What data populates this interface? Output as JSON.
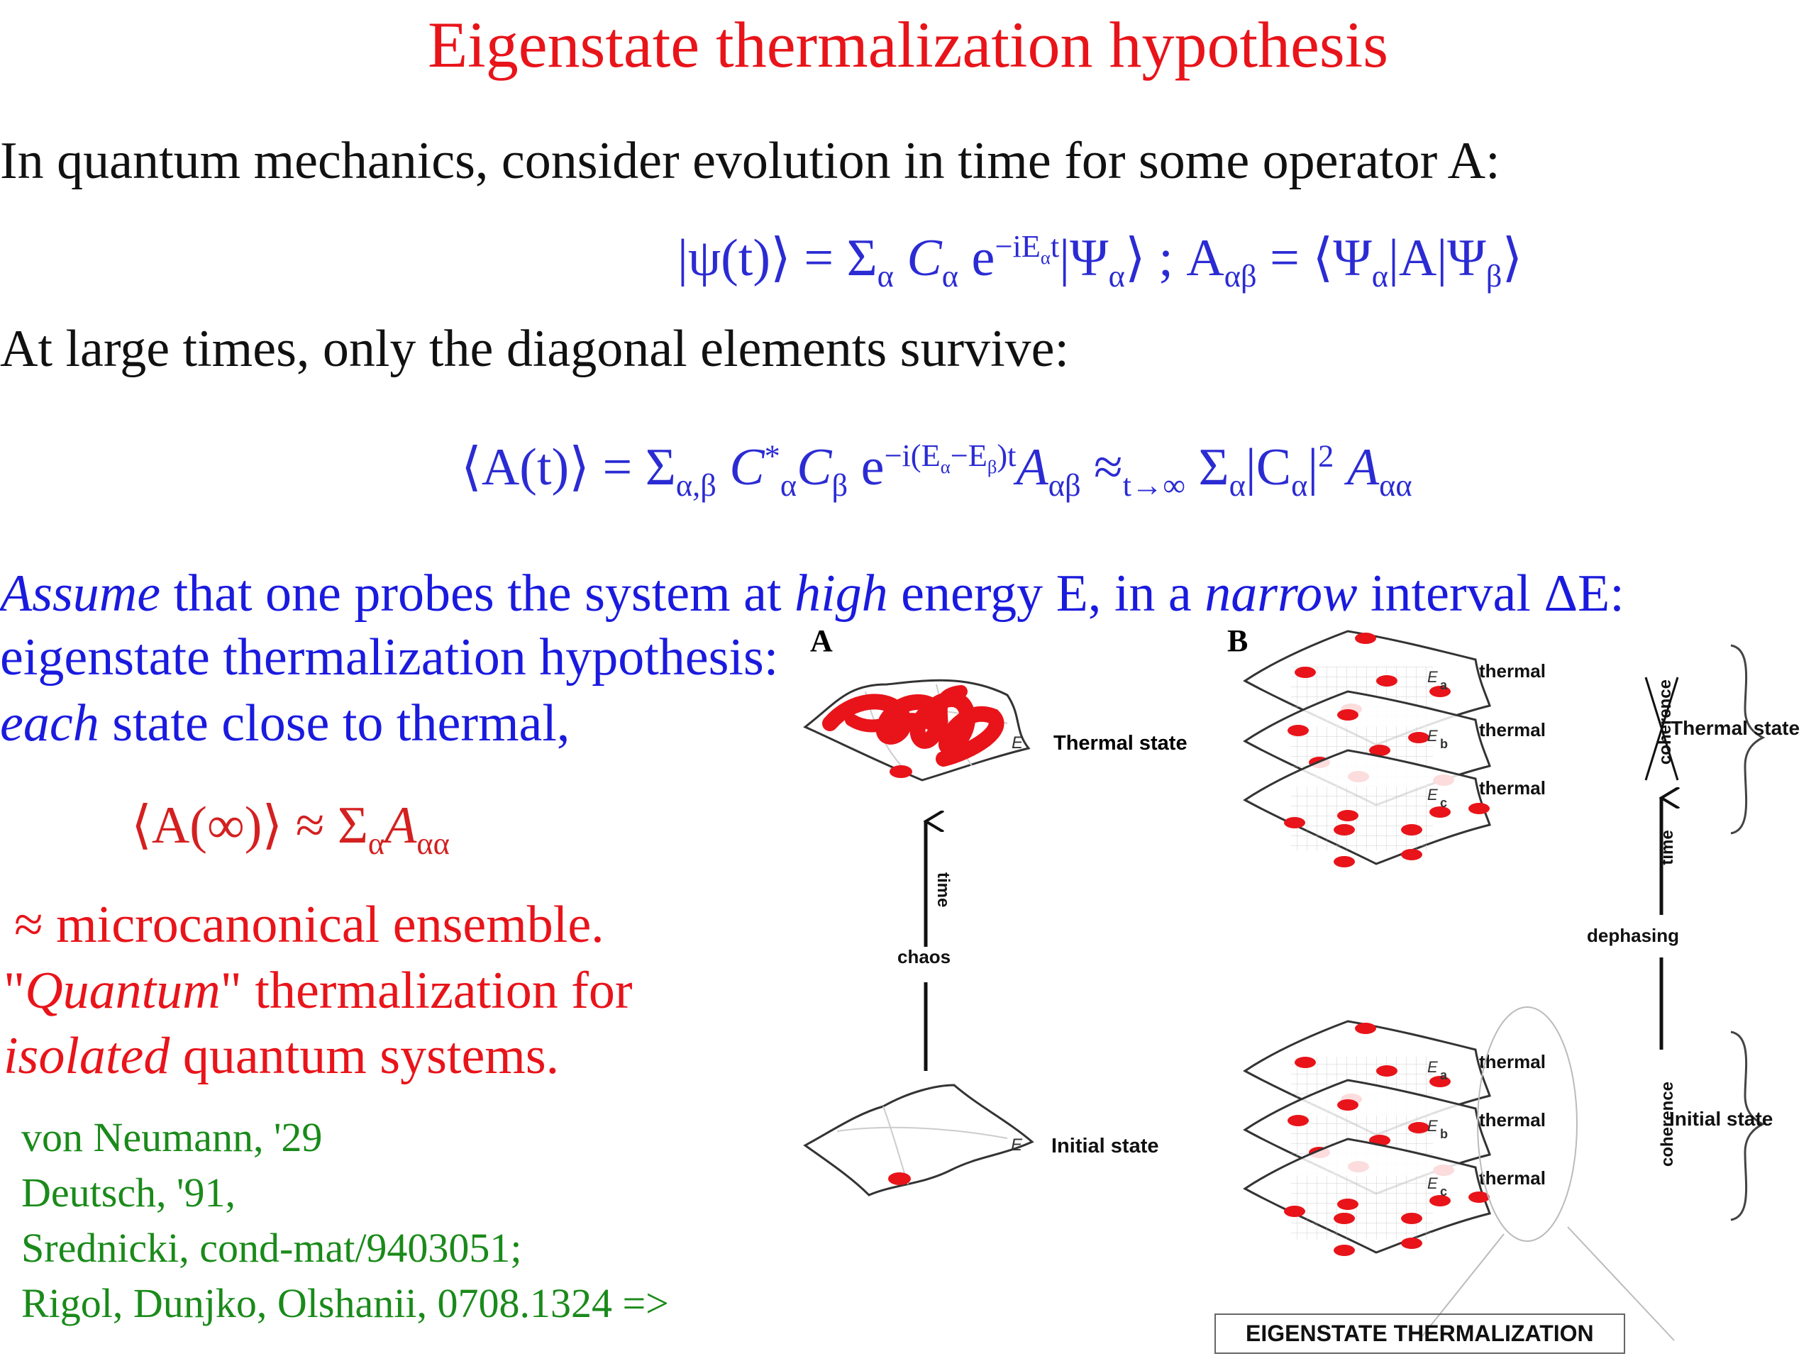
{
  "title": "Eigenstate thermalization hypothesis",
  "intro": "In quantum mechanics, consider evolution in time for some operator A:",
  "equation1": {
    "lhs": "|ψ(t)⟩ = Σ",
    "alpha": "α",
    "c": "C",
    "e": " e",
    "exp": "−iE",
    "exp_t": "t",
    "ket": "|Ψ",
    "close": "⟩ ;  A",
    "ab": "αβ",
    "rhs": " = ⟨Ψ",
    "rhs2": "|A|Ψ",
    "beta": "β",
    "end": "⟩"
  },
  "diagonal_text": "At large times, only the diagonal elements survive:",
  "equation2": {
    "lhs": "⟨A(t)⟩ = Σ",
    "ab_sum": "α,β",
    "c": " C",
    "star": "*",
    "cb": "C",
    "e": " e",
    "exp": "−i(E",
    "exp2": "−E",
    "exp3": ")t",
    "a": "A",
    "approx": " ≈",
    "limit": "t→∞",
    "sum2": " Σ",
    "abs": "|C",
    "sq": "2",
    "aa": "αα"
  },
  "assume": {
    "w1": "Assume",
    "w2": " that one probes the system at ",
    "w3": "high",
    "w4": " energy E, in a ",
    "w5": "narrow",
    "w6": " interval ΔE:"
  },
  "eth_line": "eigenstate thermalization hypothesis:",
  "each": {
    "w1": "each",
    "w2": " state close to thermal,"
  },
  "equation3": {
    "lhs": "⟨A(∞)⟩ ≈ Σ",
    "alpha": "α",
    "a": "A",
    "aa": "αα"
  },
  "micro": "≈ microcanonical ensemble.",
  "quantum": {
    "q1": "\"",
    "q2": "Quantum",
    "q3": "\" thermalization for"
  },
  "isolated": {
    "w1": "isolated",
    "w2": " quantum systems."
  },
  "refs": [
    "von Neumann, '29",
    "Deutsch, '91,",
    "Srednicki, cond-mat/9403051;",
    "Rigol, Dunjko, Olshanii, 0708.1324 =>"
  ],
  "figure": {
    "panel_a": "A",
    "panel_b": "B",
    "thermal_state": "Thermal state",
    "initial_state": "Initial state",
    "time": "time",
    "chaos": "chaos",
    "dephasing": "dephasing",
    "coherence": "coherence",
    "thermal": "thermal",
    "e": "E",
    "sub_a": "a",
    "sub_b": "b",
    "sub_c": "c",
    "caption": "EIGENSTATE THERMALIZATION"
  },
  "colors": {
    "title": "#e8141a",
    "eq_blue": "#2b2bd4",
    "text_blue": "#1a1adf",
    "refs_green": "#1a8a1a",
    "dots": "#e8141a"
  }
}
